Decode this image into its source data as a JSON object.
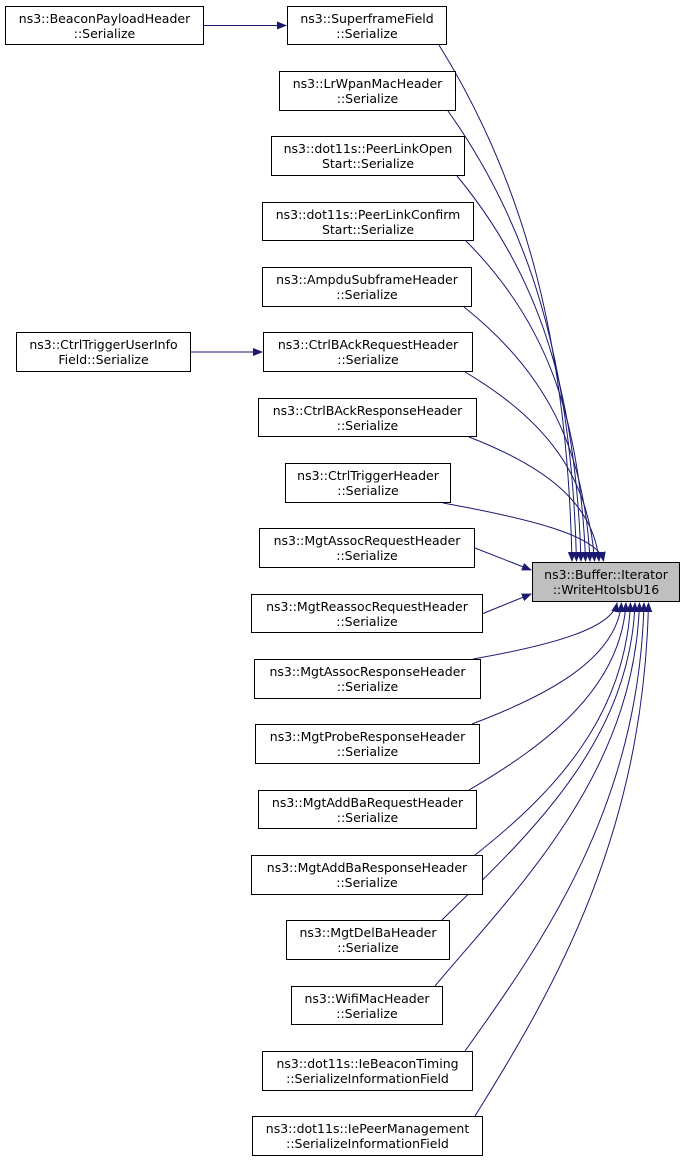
{
  "edge_color": "#191970",
  "target_fill": "#bfbfbf",
  "target": {
    "lines": [
      "ns3::Buffer::Iterator",
      "::WriteHtolsbU16"
    ]
  },
  "callers": [
    {
      "lines": [
        "ns3::SuperframeField",
        "::Serialize"
      ]
    },
    {
      "lines": [
        "ns3::LrWpanMacHeader",
        "::Serialize"
      ]
    },
    {
      "lines": [
        "ns3::dot11s::PeerLinkOpen",
        "Start::Serialize"
      ]
    },
    {
      "lines": [
        "ns3::dot11s::PeerLinkConfirm",
        "Start::Serialize"
      ]
    },
    {
      "lines": [
        "ns3::AmpduSubframeHeader",
        "::Serialize"
      ]
    },
    {
      "lines": [
        "ns3::CtrlBAckRequestHeader",
        "::Serialize"
      ]
    },
    {
      "lines": [
        "ns3::CtrlBAckResponseHeader",
        "::Serialize"
      ]
    },
    {
      "lines": [
        "ns3::CtrlTriggerHeader",
        "::Serialize"
      ]
    },
    {
      "lines": [
        "ns3::MgtAssocRequestHeader",
        "::Serialize"
      ]
    },
    {
      "lines": [
        "ns3::MgtReassocRequestHeader",
        "::Serialize"
      ]
    },
    {
      "lines": [
        "ns3::MgtAssocResponseHeader",
        "::Serialize"
      ]
    },
    {
      "lines": [
        "ns3::MgtProbeResponseHeader",
        "::Serialize"
      ]
    },
    {
      "lines": [
        "ns3::MgtAddBaRequestHeader",
        "::Serialize"
      ]
    },
    {
      "lines": [
        "ns3::MgtAddBaResponseHeader",
        "::Serialize"
      ]
    },
    {
      "lines": [
        "ns3::MgtDelBaHeader",
        "::Serialize"
      ]
    },
    {
      "lines": [
        "ns3::WifiMacHeader",
        "::Serialize"
      ]
    },
    {
      "lines": [
        "ns3::dot11s::IeBeaconTiming",
        "::SerializeInformationField"
      ]
    },
    {
      "lines": [
        "ns3::dot11s::IePeerManagement",
        "::SerializeInformationField"
      ]
    }
  ],
  "second_level": [
    {
      "lines": [
        "ns3::BeaconPayloadHeader",
        "::Serialize"
      ],
      "calls": 0
    },
    {
      "lines": [
        "ns3::CtrlTriggerUserInfo",
        "Field::Serialize"
      ],
      "calls": 5
    }
  ]
}
